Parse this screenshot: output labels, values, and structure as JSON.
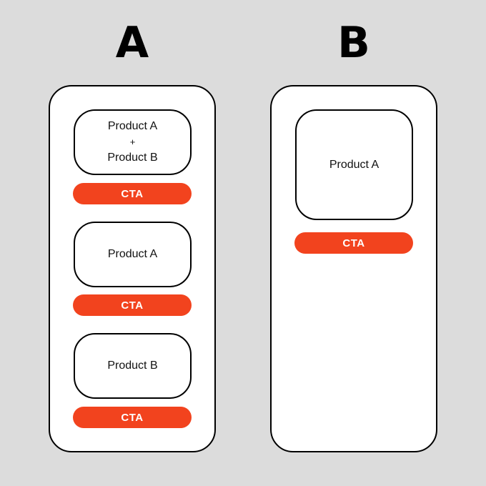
{
  "variants": {
    "a": {
      "title": "A",
      "products": [
        {
          "line1": "Product A",
          "plus": "+",
          "line2": "Product B",
          "cta": "CTA"
        },
        {
          "line1": "Product A",
          "cta": "CTA"
        },
        {
          "line1": "Product B",
          "cta": "CTA"
        }
      ]
    },
    "b": {
      "title": "B",
      "products": [
        {
          "line1": "Product A",
          "cta": "CTA"
        }
      ]
    }
  },
  "colors": {
    "background": "#dcdcdc",
    "phone": "#ffffff",
    "cta": "#f2431e",
    "outline": "#000000"
  }
}
